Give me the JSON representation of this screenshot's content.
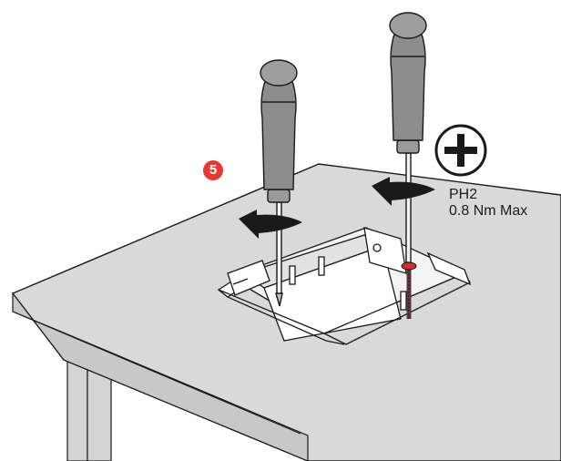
{
  "step": {
    "number": "5",
    "badge_color": "#e53935"
  },
  "tool_spec": {
    "bit": "PH2",
    "torque": "0.8 Nm Max",
    "icon": "phillips-head-icon"
  },
  "colors": {
    "table_top": "#d9d9d9",
    "table_edge": "#c4c4c4",
    "outline": "#1a1a1a",
    "handle": "#8c8c8c",
    "screw_highlight": "#d32f2f"
  }
}
